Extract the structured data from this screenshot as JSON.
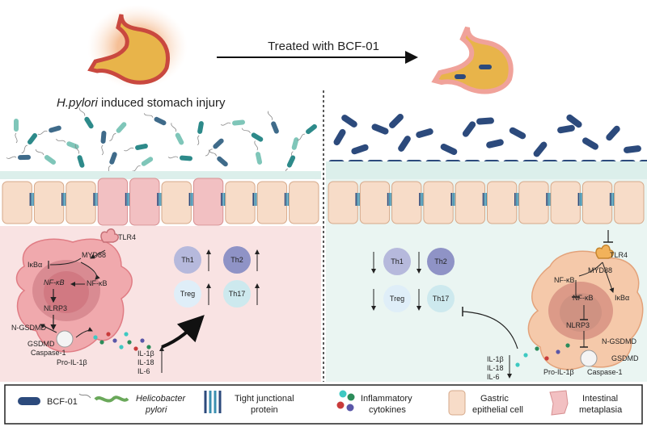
{
  "header": {
    "treated_label": "Treated with BCF-01",
    "injury_label_italic": "H.pylori",
    "injury_label_rest": " induced stomach injury"
  },
  "left_pathway": {
    "tlr4": "TLR4",
    "myd88": "MYD88",
    "ikba": "IκBα",
    "nfkb_1": "NF-κB",
    "nfkb_2": "NF-κB",
    "nlrp3": "NLRP3",
    "ngsdmd": "N-GSDMD",
    "gsdmd": "GSDMD",
    "caspase1": "Caspase-1",
    "proil1b": "Pro-IL-1β",
    "cytokines": [
      "IL-1β",
      "IL-18",
      "IL-6"
    ],
    "th_cells": [
      "Th1",
      "Th2",
      "Treg",
      "Th17"
    ]
  },
  "right_pathway": {
    "tlr4": "TLR4",
    "myd88": "MYD88",
    "ikba": "IκBα",
    "nfkb_1": "NF-κB",
    "nfkb_2": "NF-κB",
    "nlrp3": "NLRP3",
    "ngsdmd": "N-GSDMD",
    "gsdmd": "GSDMD",
    "caspase1": "Caspase-1",
    "proil1b": "Pro-IL-1β",
    "cytokines": [
      "IL-1β",
      "IL-18",
      "IL-6"
    ],
    "th_cells": [
      "Th1",
      "Th2",
      "Treg",
      "Th17"
    ]
  },
  "legend": {
    "bcf": "BCF-01",
    "hp_line1": "Helicobacter",
    "hp_line2": "pylori",
    "tj_line1": "Tight junctional",
    "tj_line2": "protein",
    "cyt_line1": "Inflammatory",
    "cyt_line2": "cytokines",
    "gec_line1": "Gastric",
    "gec_line2": "epithelial cell",
    "im_line1": "Intestinal",
    "im_line2": "metaplasia"
  },
  "colors": {
    "bcf": "#2c4a7c",
    "hp": "#2d8a8a",
    "cell": "#f7dcc8",
    "metaplasia": "#f2c0c2",
    "macrophage_left": "#f0a9ad",
    "macrophage_right": "#f5c9aa",
    "th_left": "#b6b9dc",
    "th_right": "#b6b9dc",
    "treg": "#dfeef8",
    "th17": "#cde9ee"
  }
}
